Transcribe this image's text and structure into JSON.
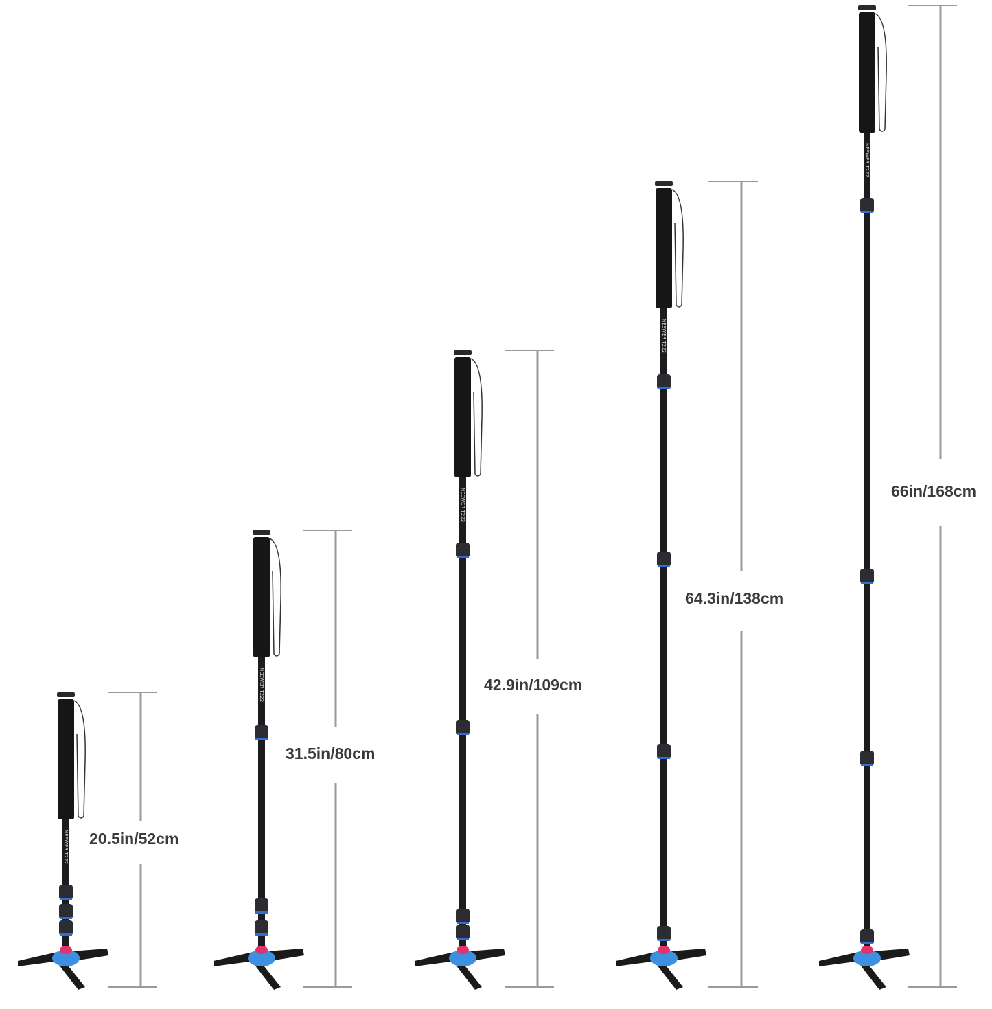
{
  "brand_text": "NEEWER",
  "model_text": "T222",
  "colors": {
    "pole": "#1c1c1e",
    "hub": "#3d8fe0",
    "knob": "#e0336b",
    "ring": "#2f6fd0",
    "dimension_line": "#9a9a9a",
    "label": "#3a3a3a"
  },
  "monopods": [
    {
      "height_label": "20.5in/52cm",
      "height_in": 20.5,
      "height_cm": 52
    },
    {
      "height_label": "31.5in/80cm",
      "height_in": 31.5,
      "height_cm": 80
    },
    {
      "height_label": "42.9in/109cm",
      "height_in": 42.9,
      "height_cm": 109
    },
    {
      "height_label": "64.3in/138cm",
      "height_in": 64.3,
      "height_cm": 138
    },
    {
      "height_label": "66in/168cm",
      "height_in": 66,
      "height_cm": 168
    }
  ]
}
